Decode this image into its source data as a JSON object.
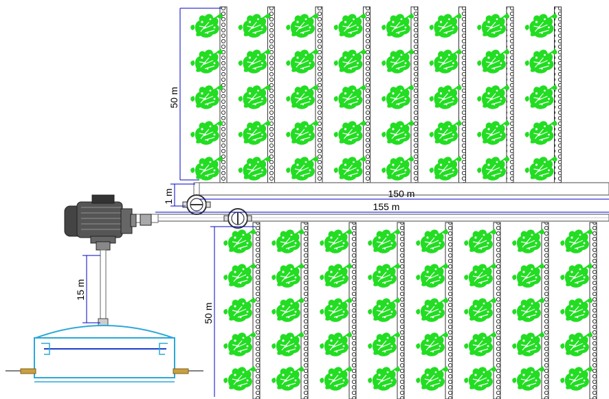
{
  "dimensions": {
    "upper_field_length": "50 m",
    "lower_field_length": "50 m",
    "upper_pipe_length": "150 m",
    "lower_pipe_length": "155 m",
    "pipe_gap": "1 m",
    "suction_depth": "15 m"
  },
  "fields": {
    "upper": {
      "rows": 8,
      "plants_per_row": 5
    },
    "lower": {
      "rows": 8,
      "plants_per_row": 5
    }
  },
  "colors": {
    "plant": "#22dd22",
    "pipe": "#666666",
    "dimension_line": "#0000cc",
    "tank": "#2aa8d8",
    "emitter_hole": "#333333"
  },
  "icons": [
    "plant-icon",
    "motor-pump-icon",
    "valve-icon",
    "tank-icon",
    "ground-icon"
  ]
}
